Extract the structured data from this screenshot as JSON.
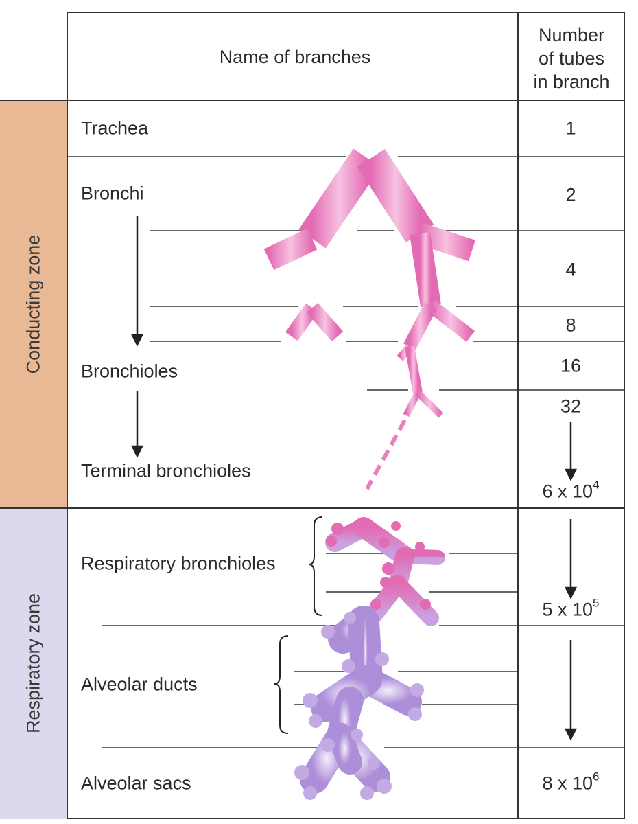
{
  "header": {
    "name_col": "Name of branches",
    "count_col": [
      "Number",
      "of tubes",
      "in branch"
    ]
  },
  "zones": {
    "conducting": "Conducting zone",
    "respiratory": "Respiratory zone"
  },
  "branches": {
    "trachea": "Trachea",
    "bronchi": "Bronchi",
    "bronchioles": "Bronchioles",
    "terminal_bronchioles": "Terminal bronchioles",
    "respiratory_bronchioles": "Respiratory bronchioles",
    "alveolar_ducts": "Alveolar ducts",
    "alveolar_sacs": "Alveolar sacs"
  },
  "counts": {
    "trachea": "1",
    "bronchi": "2",
    "gen2": "4",
    "gen3": "8",
    "gen4": "16",
    "gen5": "32",
    "terminal": {
      "base": "6 x 10",
      "exp": "4"
    },
    "respiratory": {
      "base": "5 x 10",
      "exp": "5"
    },
    "sacs": {
      "base": "8 x 10",
      "exp": "6"
    }
  },
  "colors": {
    "conducting_zone": "#e9b894",
    "respiratory_zone": "#dcd9ee",
    "airway": "#e07ab8",
    "alveoli": "#b9a3dc"
  }
}
